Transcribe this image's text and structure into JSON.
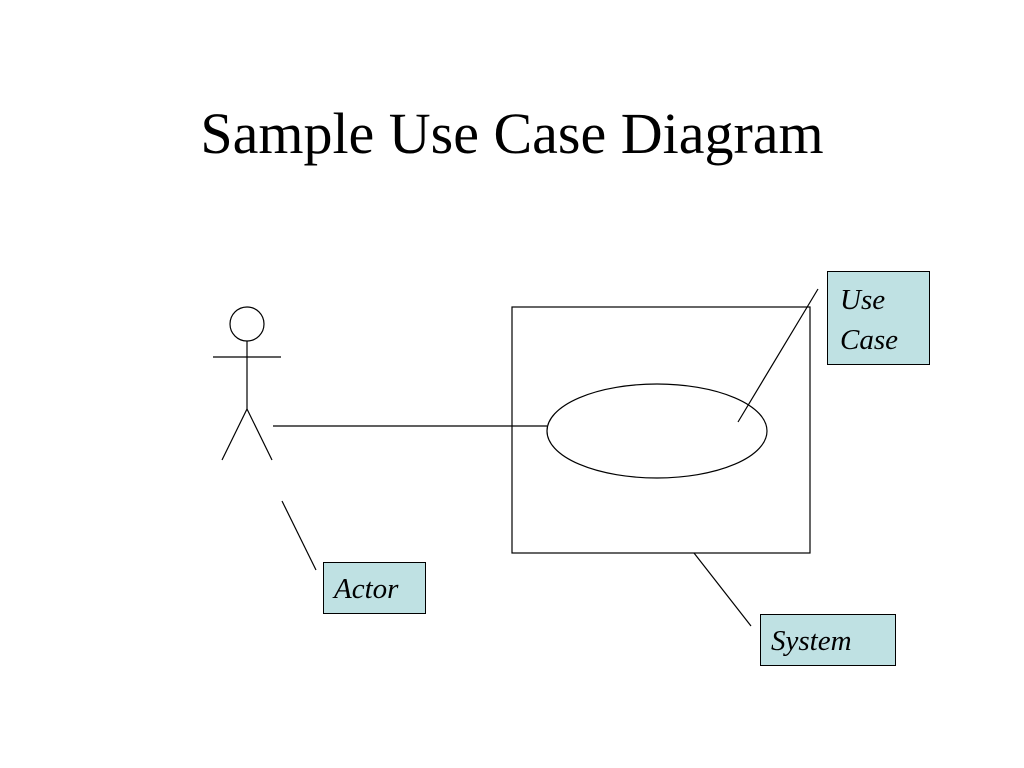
{
  "title": "Sample Use Case Diagram",
  "callouts": {
    "use_case": {
      "line1": "Use",
      "line2": "Case"
    },
    "actor": "Actor",
    "system": "System"
  },
  "colors": {
    "callout_fill": "#bfe1e3",
    "stroke": "#000000",
    "background": "#ffffff"
  }
}
